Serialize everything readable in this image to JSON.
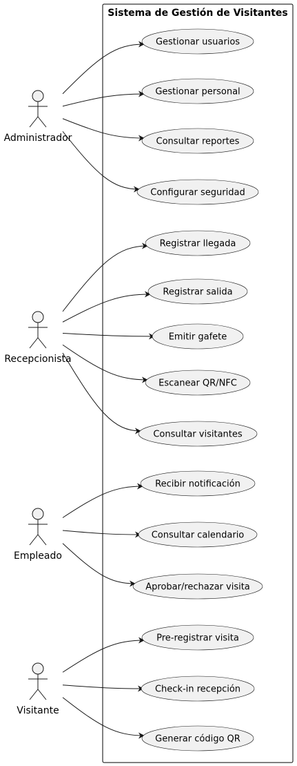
{
  "system": {
    "title": "Sistema de Gestión de Visitantes"
  },
  "actors": [
    {
      "id": "admin",
      "label": "Administrador"
    },
    {
      "id": "recep",
      "label": "Recepcionista"
    },
    {
      "id": "emp",
      "label": "Empleado"
    },
    {
      "id": "vis",
      "label": "Visitante"
    }
  ],
  "use_cases": [
    {
      "id": "uc1",
      "actor": "admin",
      "label": "Gestionar usuarios"
    },
    {
      "id": "uc2",
      "actor": "admin",
      "label": "Gestionar personal"
    },
    {
      "id": "uc3",
      "actor": "admin",
      "label": "Consultar reportes"
    },
    {
      "id": "uc4",
      "actor": "admin",
      "label": "Configurar seguridad"
    },
    {
      "id": "uc5",
      "actor": "recep",
      "label": "Registrar llegada"
    },
    {
      "id": "uc6",
      "actor": "recep",
      "label": "Registrar salida"
    },
    {
      "id": "uc7",
      "actor": "recep",
      "label": "Emitir gafete"
    },
    {
      "id": "uc8",
      "actor": "recep",
      "label": "Escanear QR/NFC"
    },
    {
      "id": "uc9",
      "actor": "recep",
      "label": "Consultar visitantes"
    },
    {
      "id": "uc10",
      "actor": "emp",
      "label": "Recibir notificación"
    },
    {
      "id": "uc11",
      "actor": "emp",
      "label": "Consultar calendario"
    },
    {
      "id": "uc12",
      "actor": "emp",
      "label": "Aprobar/rechazar visita"
    },
    {
      "id": "uc13",
      "actor": "vis",
      "label": "Pre-registrar visita"
    },
    {
      "id": "uc14",
      "actor": "vis",
      "label": "Check-in recepción"
    },
    {
      "id": "uc15",
      "actor": "vis",
      "label": "Generar código QR"
    }
  ]
}
